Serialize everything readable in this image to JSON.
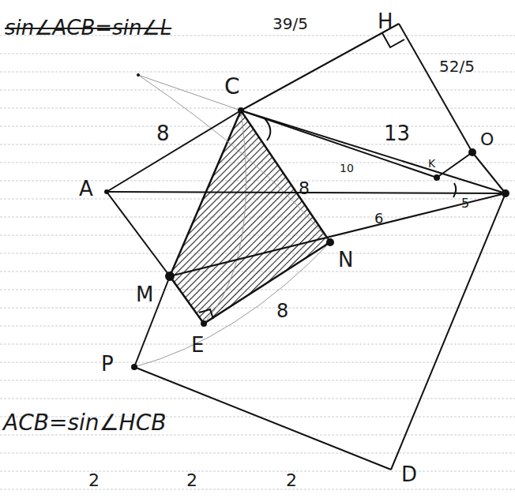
{
  "diagram": {
    "labels": [
      "sin∠ACB=sin∠L",
      "39/5",
      "H",
      "52/5",
      "C",
      "8",
      "13",
      "A",
      "10",
      "K",
      "O",
      "8",
      "5",
      "6",
      "M",
      "N",
      "E",
      "8",
      "P",
      "D",
      "ACB=sin∠HCB",
      "2",
      "2",
      "2"
    ]
  }
}
